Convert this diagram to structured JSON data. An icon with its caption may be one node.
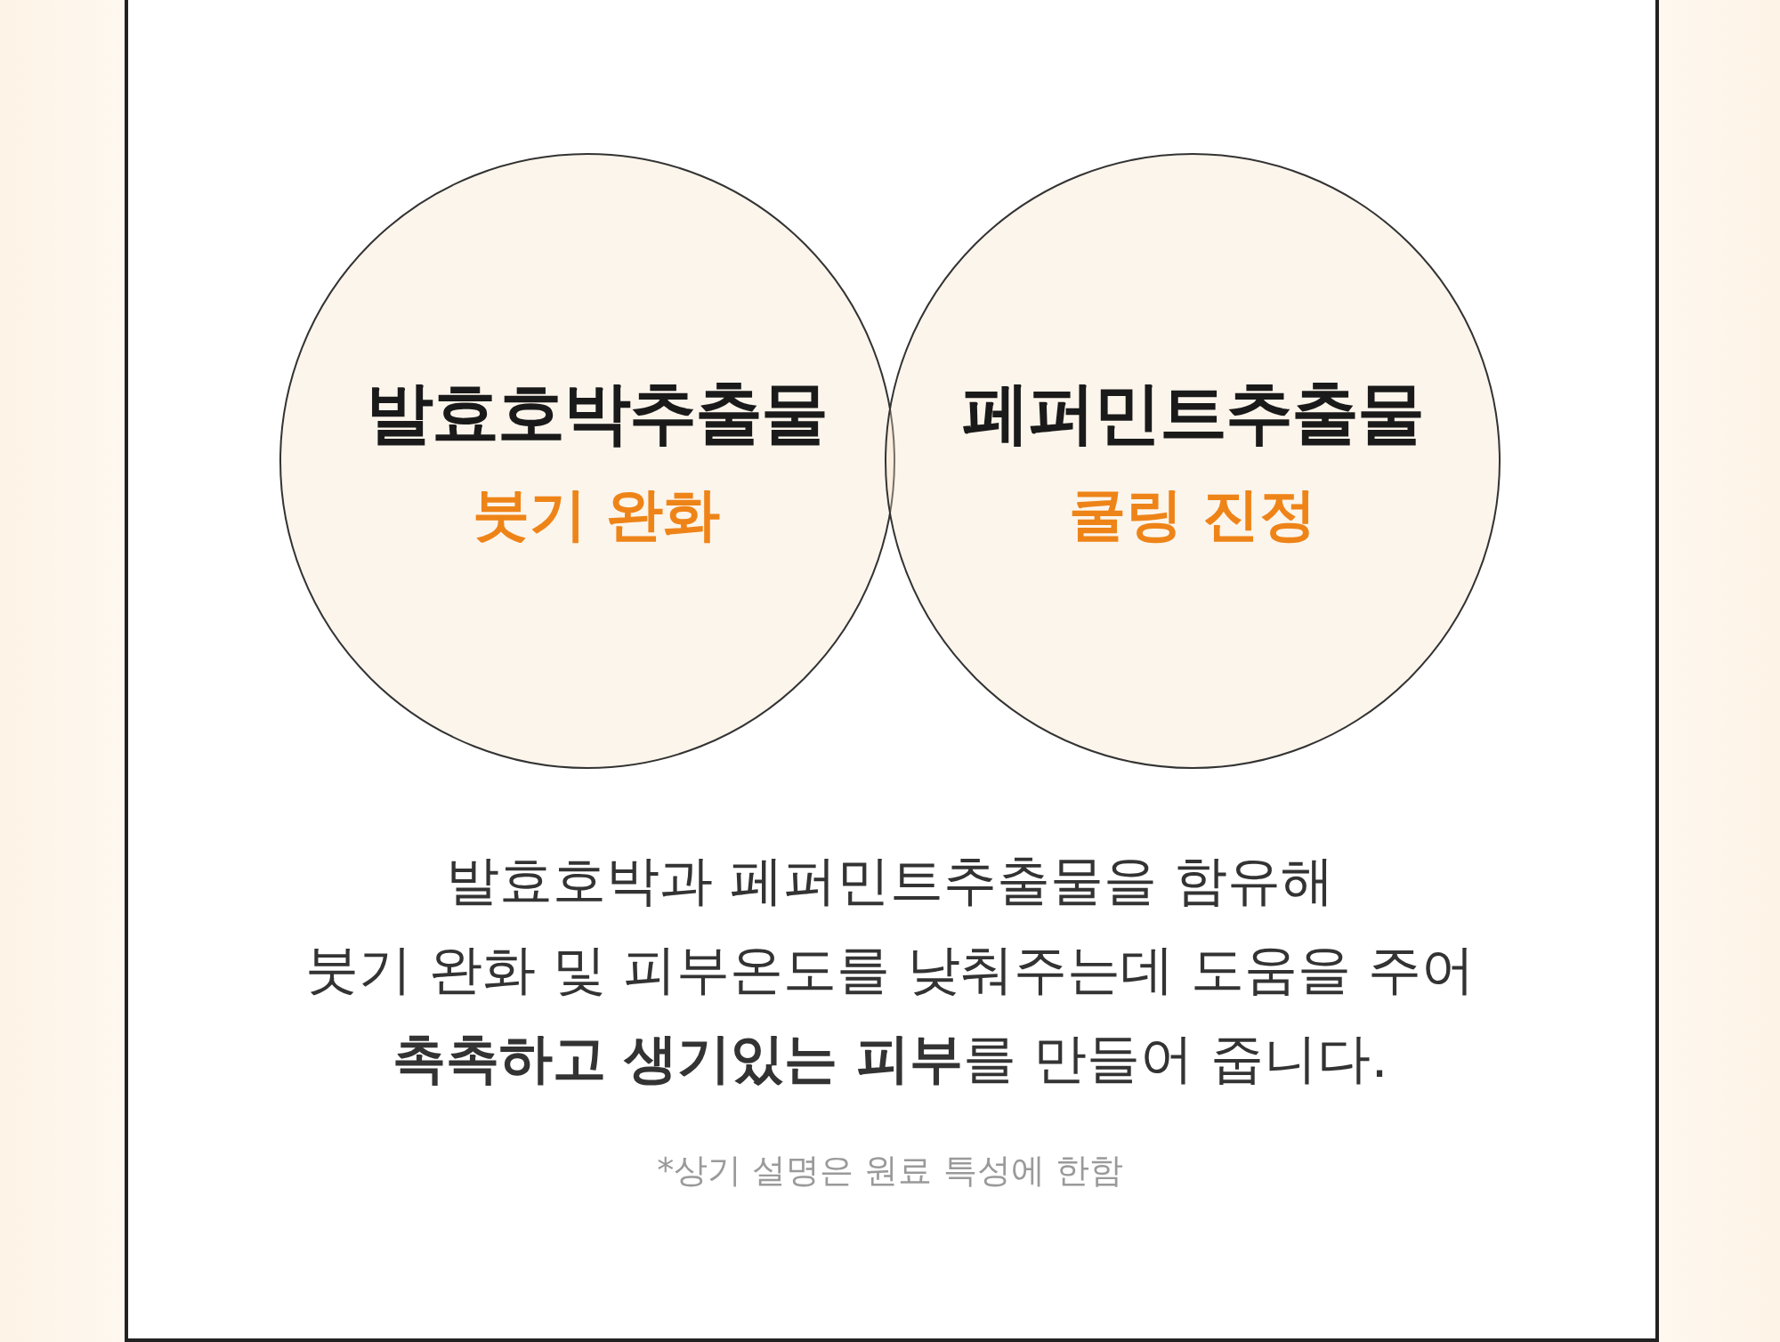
{
  "diagram": {
    "nodes": [
      {
        "text": [
          "발효호박추출물",
          "붓기 완화"
        ]
      },
      {
        "text": [
          "페퍼민트추출물",
          "쿨링 진정"
        ]
      }
    ],
    "labels": [
      "발효호박과 페퍼민트추출물을 함유해",
      "붓기 완화 및 피부온도를 낮춰주는데 도움을 주어",
      "**촉촉하고 생기있는 피부**를 만들어 줍니다.",
      "*상기 설명은 원료 특성에 한함"
    ]
  }
}
